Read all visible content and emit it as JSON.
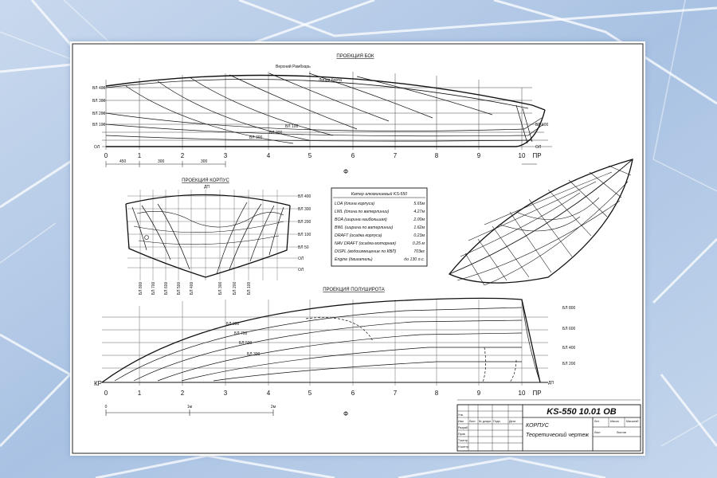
{
  "view_side": {
    "title": "ПРОЕКЦИЯ БОК",
    "stations": [
      "0",
      "1",
      "2",
      "3",
      "4",
      "5",
      "6",
      "7",
      "8",
      "9",
      "10"
    ],
    "end_mark": "ПР",
    "left_marks": [
      "ВЛ 400",
      "ВЛ 300",
      "ВЛ 200",
      "ВЛ 100",
      "ОЛ"
    ],
    "right_marks": [
      "ВЛ 100",
      "ОЛ"
    ],
    "line_notes": [
      "Верхний Рамбхарь",
      "Линия борта",
      "ВЛ 100",
      "ВЛ 200",
      "ВЛ 300"
    ],
    "dims": [
      "450",
      "300",
      "300"
    ],
    "axis_mark": "Ф"
  },
  "view_body": {
    "title": "ПРОЕКЦИЯ КОРПУС",
    "top_mark": "ДП",
    "right_marks": [
      "ВЛ 400",
      "ВЛ 300",
      "ВЛ 200",
      "ВЛ 100",
      "ВЛ 50",
      "ОЛ",
      "ОЛ"
    ],
    "bottom_marks": [
      "БЛ 800",
      "БЛ 700",
      "БЛ 600",
      "БЛ 500",
      "БЛ 400",
      "БЛ 300",
      "БЛ 200",
      "БЛ 100"
    ]
  },
  "specs": {
    "title": "Катер алюминиевый KS-550",
    "rows": [
      {
        "label": "LOA (длина корпуса)",
        "value": "5.65м"
      },
      {
        "label": "LWL (длина по ватерлинии)",
        "value": "4.27м"
      },
      {
        "label": "BOA (ширина наибольшая)",
        "value": "2.00м"
      },
      {
        "label": "BWL (ширина по ватерлинии)",
        "value": "1.62м"
      },
      {
        "label": "DRAFT (осадка корпуса)",
        "value": "0.23м"
      },
      {
        "label": "NAV DRAFT (осадка моторная)",
        "value": "0.25 м"
      },
      {
        "label": "DISPL (водоизмещение по КВЛ)",
        "value": "703кг"
      },
      {
        "label": "Engine (двигатель)",
        "value": "до 130 л.с."
      }
    ]
  },
  "view_plan": {
    "title": "ПРОЕКЦИЯ ПОЛУШИРОТА",
    "stations": [
      "0",
      "1",
      "2",
      "3",
      "4",
      "5",
      "6",
      "7",
      "8",
      "9",
      "10"
    ],
    "end_left": "КР",
    "end_right": "ДП",
    "end_mark": "ПР",
    "right_marks": [
      "БЛ 800",
      "БЛ 600",
      "БЛ 400",
      "БЛ 200"
    ],
    "line_notes": [
      "БЛ 900",
      "БЛ 700",
      "БЛ 500",
      "БЛ 300"
    ],
    "scale_labels": [
      "0",
      "1м",
      "2м"
    ],
    "axis_mark": "Ф"
  },
  "title_block": {
    "code": "KS-550 10.01 ОВ",
    "name": "КОРПУС",
    "subtitle": "Теоретический чертеж",
    "headers": [
      "Изм",
      "Лист",
      "№ докум.",
      "Подп.",
      "Дата"
    ],
    "roles": [
      "Разраб.",
      "Пров.",
      "Т.контр.",
      "Н.контр.",
      "Утв."
    ],
    "right_headers": [
      "Лит.",
      "Масса",
      "Масштаб"
    ],
    "sheet_labels": [
      "Лист",
      "Листов"
    ]
  }
}
